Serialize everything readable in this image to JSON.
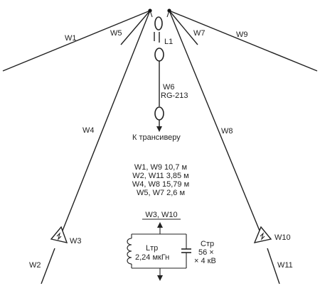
{
  "labels": {
    "w1": "W1",
    "w5": "W5",
    "w7": "W7",
    "w9": "W9",
    "l1": "L1",
    "w6": "W6",
    "rg": "RG-213",
    "to_tx": "К трансиверу",
    "w4": "W4",
    "w8": "W8",
    "w3": "W3",
    "w10": "W10",
    "w2": "W2",
    "w11": "W11"
  },
  "spec_lines": [
    "W1, W9 10,7 м",
    "W2, W11 3,85 м",
    "W4, W8 15,79 м",
    "W5, W7 2,6 м"
  ],
  "trap": {
    "header": "W3, W10",
    "inductor_symbol": "Lтр",
    "inductor_value": "2,24 мкГн",
    "cap_symbol": "Cтр",
    "cap_value_1": "56 ×",
    "cap_value_2": "× 4 кВ"
  }
}
